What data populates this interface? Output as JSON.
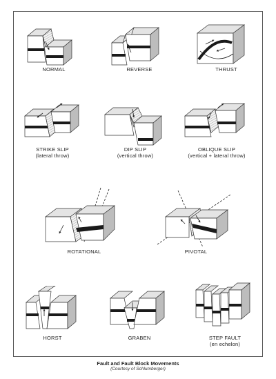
{
  "diagrams": [
    {
      "id": "normal",
      "label": "NORMAL",
      "sub": ""
    },
    {
      "id": "reverse",
      "label": "REVERSE",
      "sub": ""
    },
    {
      "id": "thrust",
      "label": "THRUST",
      "sub": ""
    },
    {
      "id": "strike-slip",
      "label": "STRIKE SLIP",
      "sub": "(lateral throw)"
    },
    {
      "id": "dip-slip",
      "label": "DIP SLIP",
      "sub": "(vertical throw)"
    },
    {
      "id": "oblique-slip",
      "label": "OBLIQUE SLIP",
      "sub": "(vertical + lateral throw)"
    },
    {
      "id": "rotational",
      "label": "ROTATIONAL",
      "sub": ""
    },
    {
      "id": "pivotal",
      "label": "PIVOTAL",
      "sub": ""
    },
    {
      "id": "horst",
      "label": "HORST",
      "sub": ""
    },
    {
      "id": "graben",
      "label": "GRABEN",
      "sub": ""
    },
    {
      "id": "step-fault",
      "label": "STEP FAULT",
      "sub": "(en echelon)"
    }
  ],
  "caption": {
    "title": "Fault and Fault Block Movements",
    "credit": "(Courtesy of Schlumberger)"
  }
}
